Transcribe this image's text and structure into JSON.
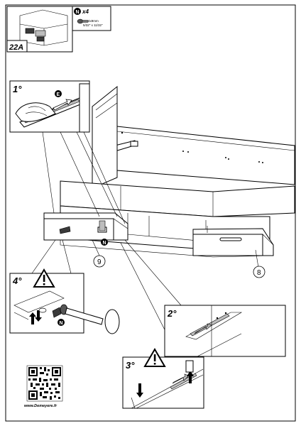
{
  "step_id": "22A",
  "hardware": {
    "code": "N",
    "quantity": "x4",
    "size_metric": "4x9mm",
    "size_imperial": "5/32\" x 11/32\"",
    "icon": "screw-icon"
  },
  "substeps": {
    "s1": "1°",
    "s2": "2°",
    "s3": "3°",
    "s4": "4°"
  },
  "part_callouts": {
    "drawer_left": "9",
    "drawer_right": "8",
    "runner": "E",
    "screw_a": "N",
    "screw_b": "N"
  },
  "warning_icon": "warning-triangle-icon",
  "website": "www.Demeyere.fr"
}
